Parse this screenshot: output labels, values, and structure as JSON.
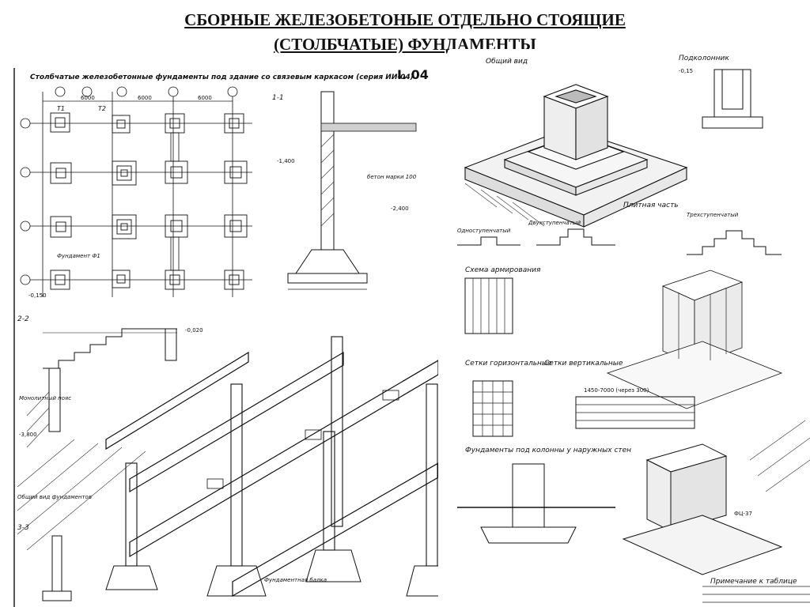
{
  "title": {
    "line1": "СБОРНЫЕ ЖЕЛЕЗОБЕТОНЫЕ  ОТДЕЛЬНО СТОЯЩИЕ",
    "line2": "(СТОЛБЧАТЫЕ) ФУНДАМЕНТЫ"
  },
  "left_sheet": {
    "header": "Столбчатые железобетонные фундаменты под здание со связевым каркасом (серия ИИ-04)",
    "sheet_number": "I. 04",
    "section_1_1": "1-1",
    "section_2_2": "2-2",
    "section_3_3": "3-3",
    "labels": {
      "foundation_f1": "Фундамент Ф1",
      "monolithic_beam": "Монолитный пояс",
      "isometric_view": "Общий вид фундаментов",
      "foundation_beam": "Фундаментная балка",
      "mark_minus_0_150": "-0,150",
      "mark_minus_1_400": "-1,400",
      "mark_minus_2_400": "-2,400",
      "mark_minus_3_800": "-3,800",
      "mark_minus_0_020": "-0,020",
      "axis_6000": "6000",
      "column_label": "Т1",
      "column_label_2": "Т2",
      "concrete_label": "бетон марки 100"
    }
  },
  "right_sheet": {
    "general_view": "Общий вид",
    "podkolonnik": "Подколонник",
    "plate_part": "Плитная часть",
    "reinforcement_scheme": "Схема армирования",
    "mesh_horizontal": "Сетки горизонтальные",
    "mesh_vertical": "Сетки вертикальные",
    "foundations_under_columns": "Фундаменты под колонны у наружных стен",
    "note_table": "Примечание к таблице",
    "one_step": "Одноступенчатый",
    "two_step": "Двухступенчатый",
    "three_step": "Трехступенчатый",
    "fl_37": "ФЦ-37",
    "mark_minus_0_15": "-0,15",
    "size_1450_7000": "1450-7000 (через 300)"
  }
}
